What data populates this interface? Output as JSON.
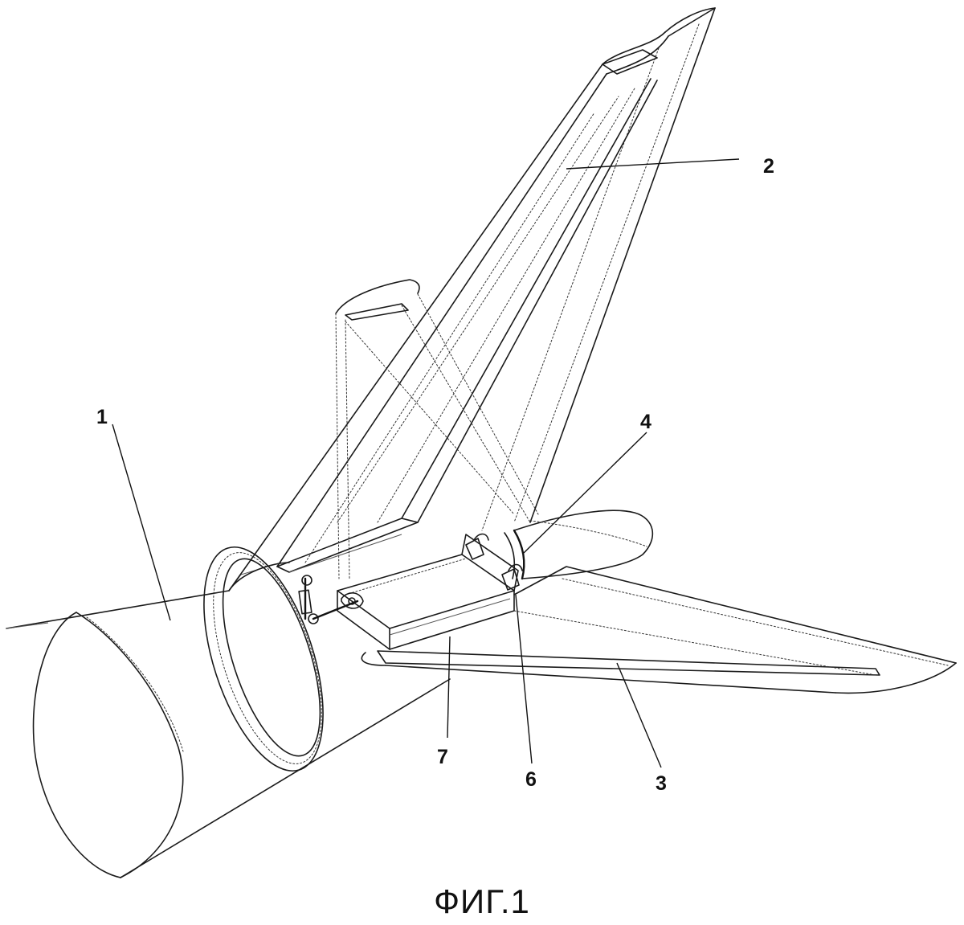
{
  "figure": {
    "caption": "ФИГ.1",
    "labels": [
      {
        "id": "label-1",
        "text": "1"
      },
      {
        "id": "label-2",
        "text": "2"
      },
      {
        "id": "label-3",
        "text": "3"
      },
      {
        "id": "label-4",
        "text": "4"
      },
      {
        "id": "label-6",
        "text": "6"
      },
      {
        "id": "label-7",
        "text": "7"
      }
    ]
  }
}
